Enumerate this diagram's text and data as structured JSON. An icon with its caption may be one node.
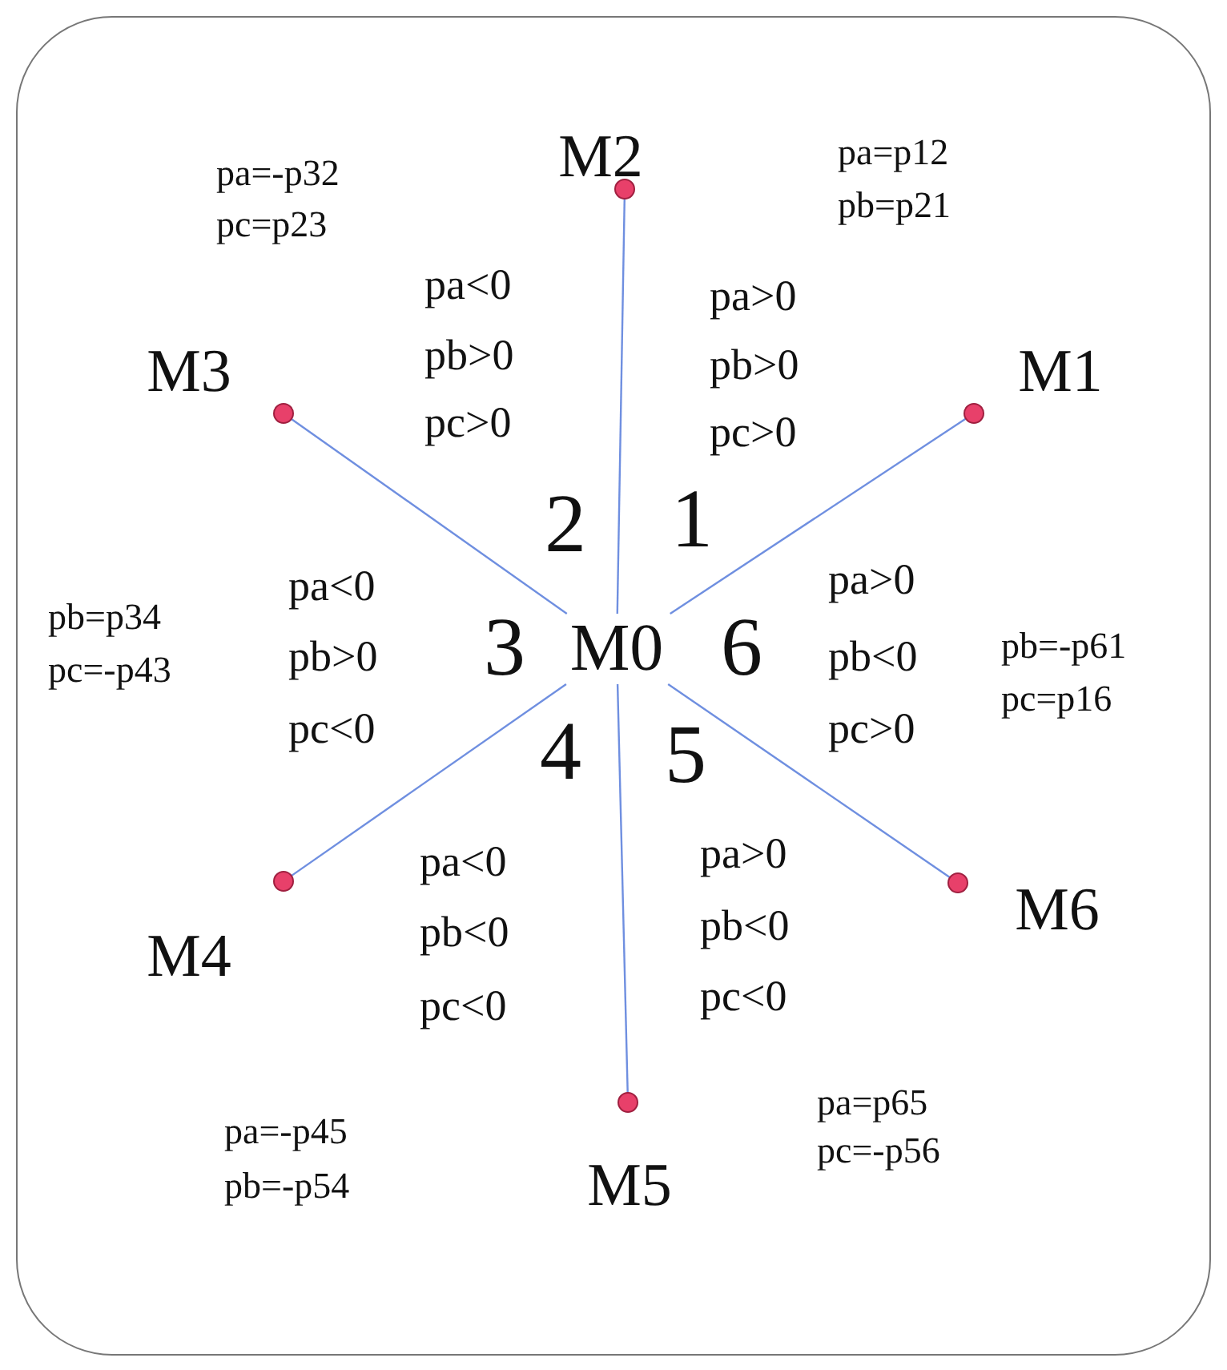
{
  "diagram": {
    "nodes": [
      {
        "text": [
          "M0"
        ]
      },
      {
        "text": [],
        "shape": "circle",
        "beside": [
          "M1"
        ]
      },
      {
        "text": [],
        "shape": "circle",
        "beside": [
          "M2"
        ]
      },
      {
        "text": [],
        "shape": "circle",
        "beside": [
          "M3"
        ]
      },
      {
        "text": [],
        "shape": "circle",
        "beside": [
          "M4"
        ]
      },
      {
        "text": [],
        "shape": "circle",
        "beside": [
          "M5"
        ]
      },
      {
        "text": [],
        "shape": "circle",
        "beside": [
          "M6"
        ]
      }
    ],
    "edges": [
      {
        "from": 0,
        "to": 1,
        "arrow": "none"
      },
      {
        "from": 0,
        "to": 2,
        "arrow": "none"
      },
      {
        "from": 0,
        "to": 3,
        "arrow": "none"
      },
      {
        "from": 0,
        "to": 4,
        "arrow": "none"
      },
      {
        "from": 0,
        "to": 5,
        "arrow": "none"
      },
      {
        "from": 0,
        "to": 6,
        "arrow": "none"
      }
    ],
    "labels": [
      "pa=-p32",
      "pc=p23",
      "pa=p12",
      "pb=p21",
      "pa<0",
      "pb>0",
      "pc>0",
      "pa>0",
      "pb>0",
      "pc>0",
      "2",
      "1",
      "pb=p34",
      "pc=-p43",
      "pa<0",
      "pb>0",
      "pc<0",
      "3",
      "6",
      "pa>0",
      "pb<0",
      "pc>0",
      "pb=-p61",
      "pc=p16",
      "4",
      "5",
      "pa<0",
      "pb<0",
      "pc<0",
      "pa>0",
      "pb<0",
      "pc<0",
      "pa=-p45",
      "pb=-p54",
      "pa=p65",
      "pc=-p56"
    ]
  }
}
